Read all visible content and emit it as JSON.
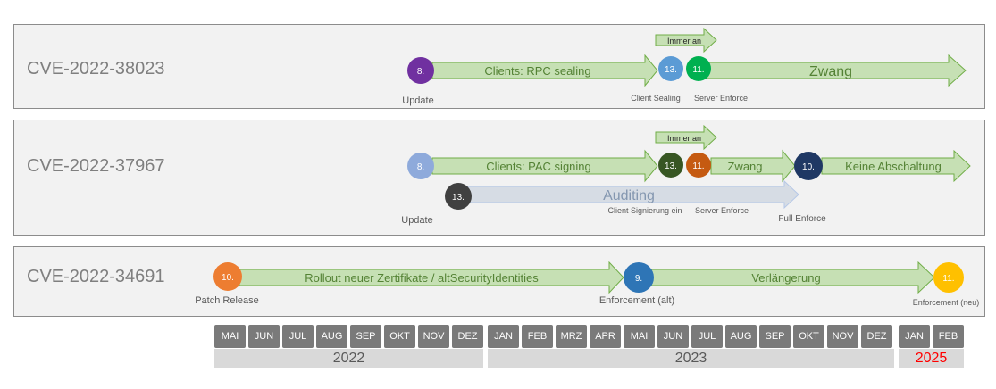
{
  "colors": {
    "arrow_fill": "#c6e0b4",
    "arrow_stroke": "#70ad47",
    "auditing_fill": "#d6dce4",
    "auditing_stroke": "#b4c7e7",
    "purple": "#7030a0",
    "light_blue": "#5b9bd5",
    "green": "#00b050",
    "periwinkle": "#8eaadb",
    "dark_gray": "#404040",
    "dark_green": "#375623",
    "rust": "#c55a11",
    "navy": "#1f3864",
    "orange": "#ed7d31",
    "blue": "#2e75b6",
    "gold": "#ffc000",
    "year_highlight": "#ff0000"
  },
  "rows": [
    {
      "cve": "CVE-2022-38023",
      "update_badge": "8.",
      "update_label": "Update",
      "main_arrow": "Clients: RPC sealing",
      "immer_an": "Immer an",
      "badge_a": "13.",
      "badge_a_label": "Client Sealing",
      "badge_b": "11.",
      "badge_b_label": "Server Enforce",
      "final_arrow": "Zwang"
    },
    {
      "cve": "CVE-2022-37967",
      "update_badge": "8.",
      "update_label": "Update",
      "main_arrow": "Clients: PAC signing",
      "immer_an": "Immer an",
      "badge_a": "13.",
      "badge_a_label": "Client Signierung ein",
      "badge_b": "11.",
      "badge_b_label": "Server Enforce",
      "mid_arrow": "Zwang",
      "badge_c": "10.",
      "badge_c_label": "Full Enforce",
      "final_arrow": "Keine Abschaltung",
      "audit_badge": "13.",
      "audit_arrow": "Auditing"
    },
    {
      "cve": "CVE-2022-34691",
      "start_badge": "10.",
      "start_label": "Patch Release",
      "main_arrow": "Rollout neuer Zertifikate / altSecurityIdentities",
      "badge_b": "9.",
      "badge_b_label": "Enforcement  (alt)",
      "final_arrow": "Verlängerung",
      "end_badge": "11.",
      "end_label": "Enforcement (neu)"
    }
  ],
  "timeline": {
    "months": [
      "MAI",
      "JUN",
      "JUL",
      "AUG",
      "SEP",
      "OKT",
      "NOV",
      "DEZ",
      "JAN",
      "FEB",
      "MRZ",
      "APR",
      "MAI",
      "JUN",
      "JUL",
      "AUG",
      "SEP",
      "OKT",
      "NOV",
      "DEZ",
      "JAN",
      "FEB"
    ],
    "years": [
      "2022",
      "2023",
      "2025"
    ]
  }
}
